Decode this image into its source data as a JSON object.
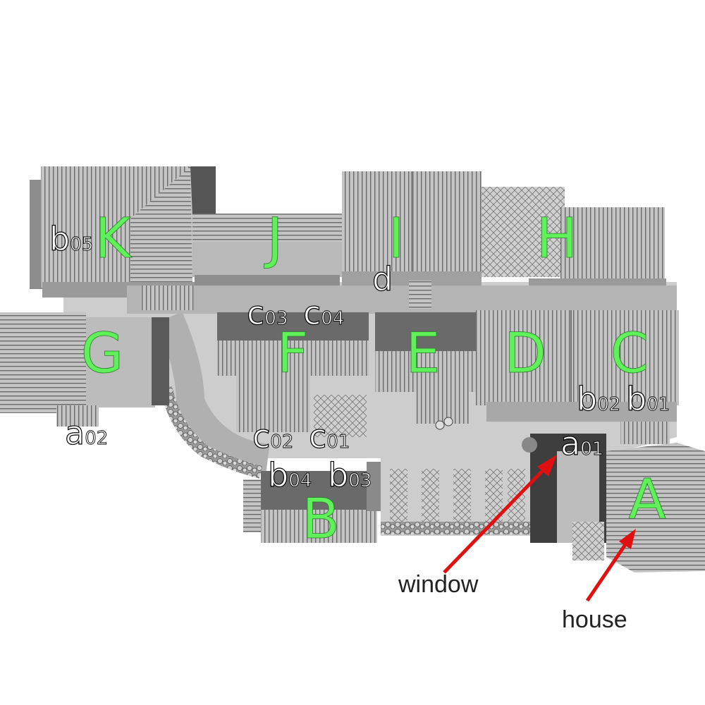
{
  "buildings": {
    "A": "A",
    "B": "B",
    "C": "C",
    "D": "D",
    "E": "E",
    "F": "F",
    "G": "G",
    "H": "H",
    "I": "I",
    "J": "J",
    "K": "K"
  },
  "markers": {
    "a01": {
      "main": "a",
      "sub": "01"
    },
    "a02": {
      "main": "a",
      "sub": "02"
    },
    "b01": {
      "main": "b",
      "sub": "01"
    },
    "b02": {
      "main": "b",
      "sub": "02"
    },
    "b03": {
      "main": "b",
      "sub": "03"
    },
    "b04": {
      "main": "b",
      "sub": "04"
    },
    "b05": {
      "main": "b",
      "sub": "05"
    },
    "c01": {
      "main": "c",
      "sub": "01"
    },
    "c02": {
      "main": "c",
      "sub": "02"
    },
    "c03": {
      "main": "c",
      "sub": "03"
    },
    "c04": {
      "main": "c",
      "sub": "04"
    },
    "d": {
      "main": "d"
    }
  },
  "annotations": {
    "window": "window",
    "house": "house"
  },
  "colors": {
    "label_green": "#5ff05a",
    "arrow_red": "#e01010",
    "roof_light": "#bdbdbd",
    "roof_dark": "#6e6e6e",
    "ground": "#cfcfcf"
  }
}
